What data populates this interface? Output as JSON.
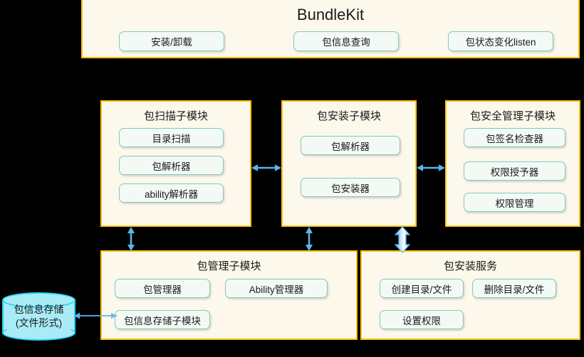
{
  "diagram": {
    "title_panel": {
      "title": "BundleKit",
      "chips": [
        {
          "label": "安装/卸载"
        },
        {
          "label": "包信息查询"
        },
        {
          "label": "包状态变化listen"
        }
      ]
    },
    "modules": [
      {
        "id": "scan",
        "title": "包扫描子模块",
        "chips": [
          {
            "label": "目录扫描"
          },
          {
            "label": "包解析器"
          },
          {
            "label": "ability解析器"
          }
        ]
      },
      {
        "id": "installer",
        "title": "包安装子模块",
        "chips": [
          {
            "label": "包解析器"
          },
          {
            "label": "包安装器"
          }
        ]
      },
      {
        "id": "security",
        "title": "包安全管理子模块",
        "chips": [
          {
            "label": "包签名检查器"
          },
          {
            "label": "权限授予器"
          },
          {
            "label": "权限管理"
          }
        ]
      },
      {
        "id": "manager",
        "title": "包管理子模块",
        "chips": [
          {
            "label": "包管理器"
          },
          {
            "label": "Ability管理器"
          },
          {
            "label": "包信息存储子模块"
          }
        ]
      },
      {
        "id": "install-service",
        "title": "包安装服务",
        "chips": [
          {
            "label": "创建目录/文件"
          },
          {
            "label": "删除目录/文件"
          },
          {
            "label": "设置权限"
          }
        ]
      }
    ],
    "datastore": {
      "line1": "包信息存储",
      "line2": "(文件形式)"
    },
    "colors": {
      "panel_fill": "#FDF8EC",
      "panel_border": "#FFC20E",
      "chip_fill": "#F3FAF6",
      "chip_border": "#86C8B7",
      "arrow": "#5BB4F0",
      "datastore_fill": "#A9EBF7",
      "datastore_border": "#22D3F0",
      "background": "#000000",
      "text": "#1A1A1A"
    }
  }
}
